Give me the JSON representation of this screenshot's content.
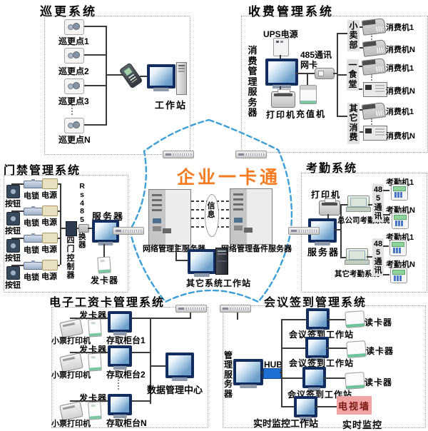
{
  "page": {
    "title": "企业一卡通"
  },
  "colors": {
    "accent_orange": "#f57b20",
    "star_blue": "#3b9fd8",
    "hub_blue": "#1d6fd4",
    "tvwall_pink": "#f2a3a3",
    "line_dark": "#3a3a3a"
  },
  "center": {
    "title": "企业一卡通",
    "main_server_label": "网络管理主服务器",
    "backup_server_label": "网络管理备件服务器",
    "info_label": "信息",
    "other_ws_label": "其它系统工作站"
  },
  "patrol": {
    "title": "巡更系统",
    "points": [
      "巡更点1",
      "巡更点2",
      "巡更点3",
      "巡更点N"
    ],
    "workstation_label": "工作站"
  },
  "fee": {
    "title": "收费管理系统",
    "ups_label": "UPS电源",
    "server_label": "消费管理服务器",
    "netcard_label": "485通讯网卡",
    "printer_label": "打印机",
    "recharge_label": "充值机",
    "groups": [
      {
        "name": "小卖部",
        "m1": "消费机1",
        "mN": "消费机N"
      },
      {
        "name": "一食堂",
        "m1": "消费机1",
        "mN": "消费机N"
      },
      {
        "name": "其它消费",
        "m1": "消费机1",
        "mN": "消费机N"
      }
    ]
  },
  "access": {
    "title": "门禁管理系统",
    "button_label": "按钮",
    "lock_label": "电锁",
    "power_label": "电源",
    "converter_label": "Rs485转换器",
    "controller_label": "四门控制器",
    "server_label": "服务器",
    "issuer_label": "发卡器"
  },
  "attendance": {
    "title": "考勤系统",
    "printer_label": "打印机",
    "server_label": "服务器",
    "comm_label": "485通讯",
    "hq_label": "总公司考勤系统",
    "other_label": "其它考勤系统",
    "m1_label": "考勤机1",
    "mN_label": "考勤机N"
  },
  "salary": {
    "title": "电子工资卡管理系统",
    "issuer_label": "发卡器",
    "receipt_printer_label": "小票打印机",
    "counters": [
      "存取柜台1",
      "存取柜台2",
      "存取柜台N"
    ],
    "datacenter_label": "数据管理中心"
  },
  "meeting": {
    "title": "会议签到管理系统",
    "server_label": "管理服务器",
    "hub_label": "HUB",
    "workstation_label": "会议签到工作站",
    "reader_label": "读卡器",
    "realtime_ws_label": "实时监控工作站",
    "tvwall_label": "电视墙",
    "realtime_label": "实时监控"
  }
}
